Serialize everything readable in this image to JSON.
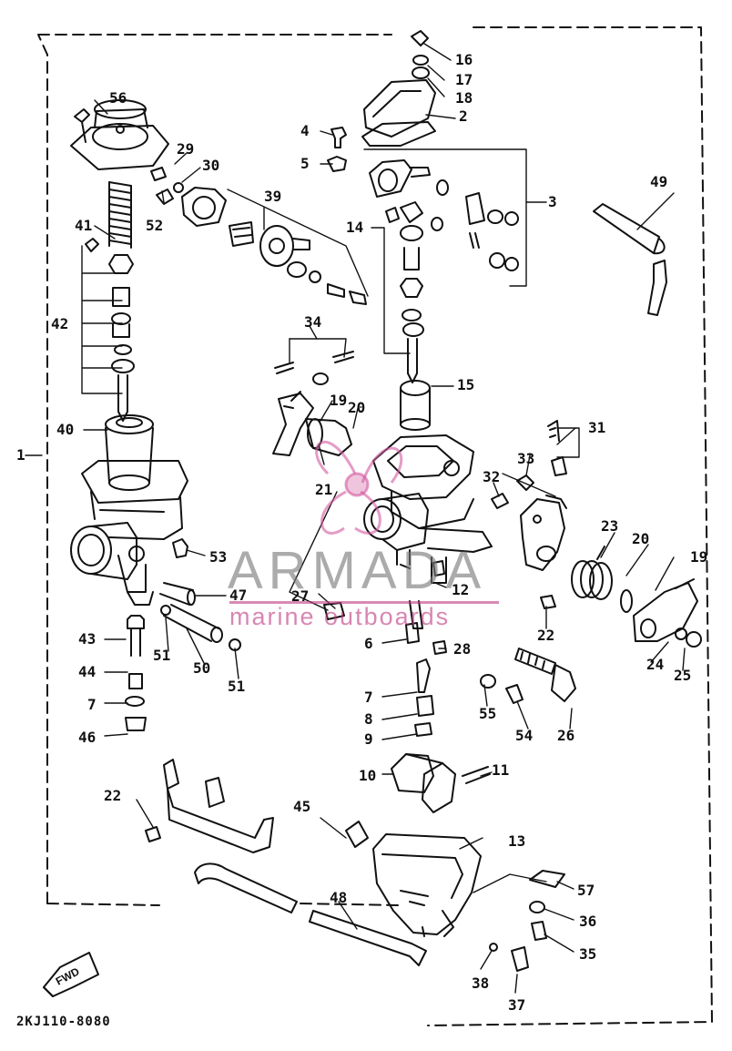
{
  "diagram": {
    "drawing_code": "2KJ110-8080",
    "fwd_label": "FWD",
    "watermark": {
      "brand": "ARMADA",
      "tagline": "marine outboards"
    },
    "callouts": {
      "c1": "1",
      "c2": "2",
      "c3": "3",
      "c4": "4",
      "c5": "5",
      "c6": "6",
      "c7a": "7",
      "c7b": "7",
      "c8": "8",
      "c9": "9",
      "c10": "10",
      "c11": "11",
      "c12": "12",
      "c13": "13",
      "c14": "14",
      "c15": "15",
      "c16": "16",
      "c17": "17",
      "c18": "18",
      "c19a": "19",
      "c19b": "19",
      "c20a": "20",
      "c20b": "20",
      "c21": "21",
      "c22a": "22",
      "c22b": "22",
      "c23": "23",
      "c24": "24",
      "c25": "25",
      "c26": "26",
      "c27": "27",
      "c28": "28",
      "c29": "29",
      "c30": "30",
      "c31": "31",
      "c32": "32",
      "c33": "33",
      "c34": "34",
      "c35": "35",
      "c36": "36",
      "c37": "37",
      "c38": "38",
      "c39": "39",
      "c40": "40",
      "c41": "41",
      "c42": "42",
      "c43": "43",
      "c44": "44",
      "c45": "45",
      "c46": "46",
      "c47": "47",
      "c48": "48",
      "c49": "49",
      "c50": "50",
      "c51a": "51",
      "c51b": "51",
      "c52": "52",
      "c53": "53",
      "c54": "54",
      "c55": "55",
      "c56": "56",
      "c57": "57"
    }
  }
}
